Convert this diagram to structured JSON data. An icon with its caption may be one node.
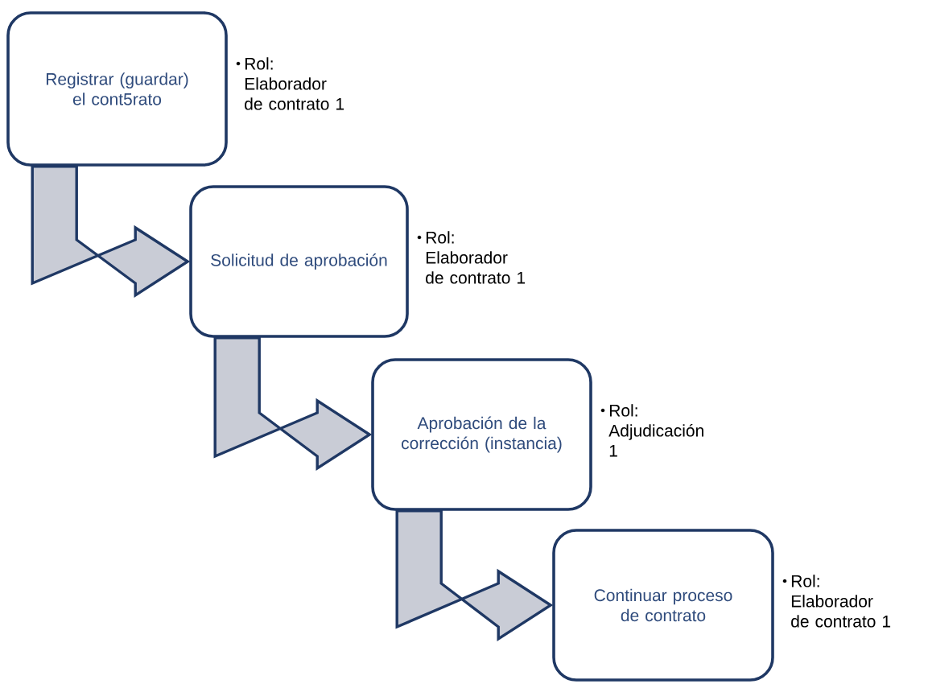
{
  "diagram": {
    "nodes": [
      {
        "text": [
          "Registrar (guardar) el cont5rato"
        ],
        "beside": [
          "Rol: Elaborador de contrato 1"
        ]
      },
      {
        "text": [
          "Solicitud de aprobación"
        ],
        "beside": [
          "Rol: Elaborador de contrato 1"
        ]
      },
      {
        "text": [
          "Aprobación de la corrección (instancia)"
        ],
        "beside": [
          "Rol: Adjudicación 1"
        ]
      },
      {
        "text": [
          "Continuar proceso de contrato"
        ],
        "beside": [
          "Rol: Elaborador de contrato 1"
        ]
      }
    ],
    "edges": [
      {
        "from": 0,
        "to": 1,
        "arrow": "to"
      },
      {
        "from": 1,
        "to": 2,
        "arrow": "to"
      },
      {
        "from": 2,
        "to": 3,
        "arrow": "to"
      }
    ]
  }
}
